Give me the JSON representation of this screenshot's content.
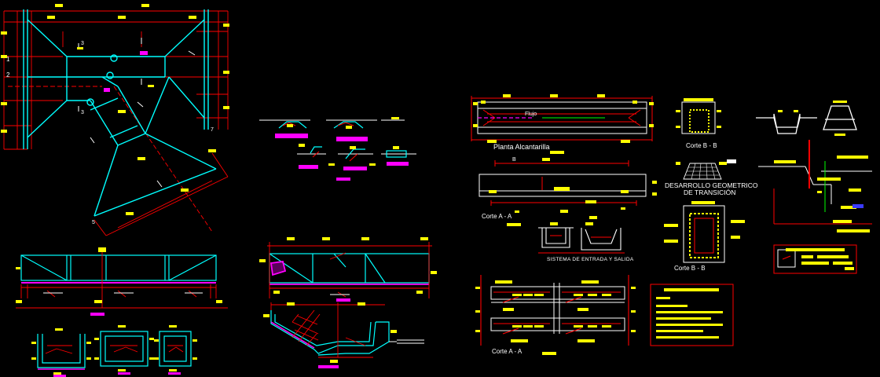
{
  "drawing": {
    "background": "#000000",
    "colors": {
      "cyan": "#00ffff",
      "red": "#ff0000",
      "yellow": "#ffff00",
      "magenta": "#ff00ff",
      "white": "#ffffff",
      "green": "#00ff00",
      "blue": "#3a3aff"
    },
    "labels": {
      "plan_title": "Planta Alcantarilla",
      "flow": "Flujo",
      "section_bb_top": "Corte B - B",
      "transition_title_1": "DESARROLLO GEOMETRICO",
      "transition_title_2": "DE TRANSICIÓN",
      "section_aa_mid": "Corte A - A",
      "inlet_outlet": "SISTEMA DE ENTRADA Y SALIDA",
      "section_bb_low": "Corte B - B",
      "section_aa_low": "Corte A - A",
      "dim_b": "B",
      "marker_1": "1",
      "marker_2": "2",
      "marker_3": "3",
      "marker_7": "7",
      "marker_5": "5"
    }
  }
}
